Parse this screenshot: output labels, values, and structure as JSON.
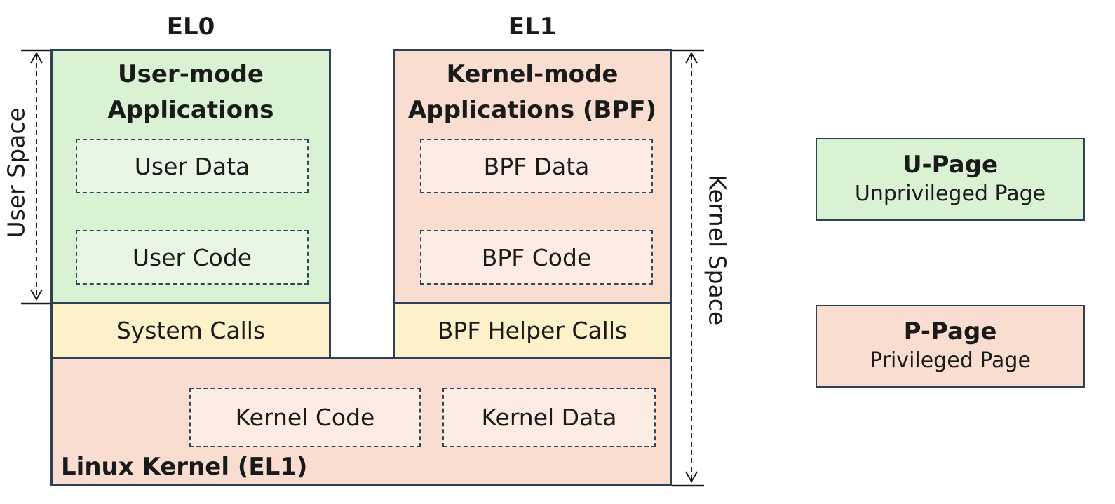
{
  "exception_levels": {
    "el0": "EL0",
    "el1": "EL1"
  },
  "user_app": {
    "title_line1": "User-mode",
    "title_line2": "Applications",
    "data": "User Data",
    "code": "User Code"
  },
  "kernel_app": {
    "title_line1": "Kernel-mode",
    "title_line2": "Applications (BPF)",
    "data": "BPF Data",
    "code": "BPF Code"
  },
  "system_calls": "System Calls",
  "bpf_helper_calls": "BPF Helper Calls",
  "linux_kernel": {
    "label": "Linux Kernel (EL1)",
    "code": "Kernel Code",
    "data": "Kernel Data"
  },
  "spaces": {
    "user": "User Space",
    "kernel": "Kernel Space"
  },
  "legend": {
    "u_page": {
      "title": "U-Page",
      "subtitle": "Unprivileged Page"
    },
    "p_page": {
      "title": "P-Page",
      "subtitle": "Privileged Page"
    }
  },
  "colors": {
    "unprivileged": "#d8f2d3",
    "privileged": "#f9ddd0",
    "calls": "#fdf1c9",
    "border": "#2f4152"
  }
}
